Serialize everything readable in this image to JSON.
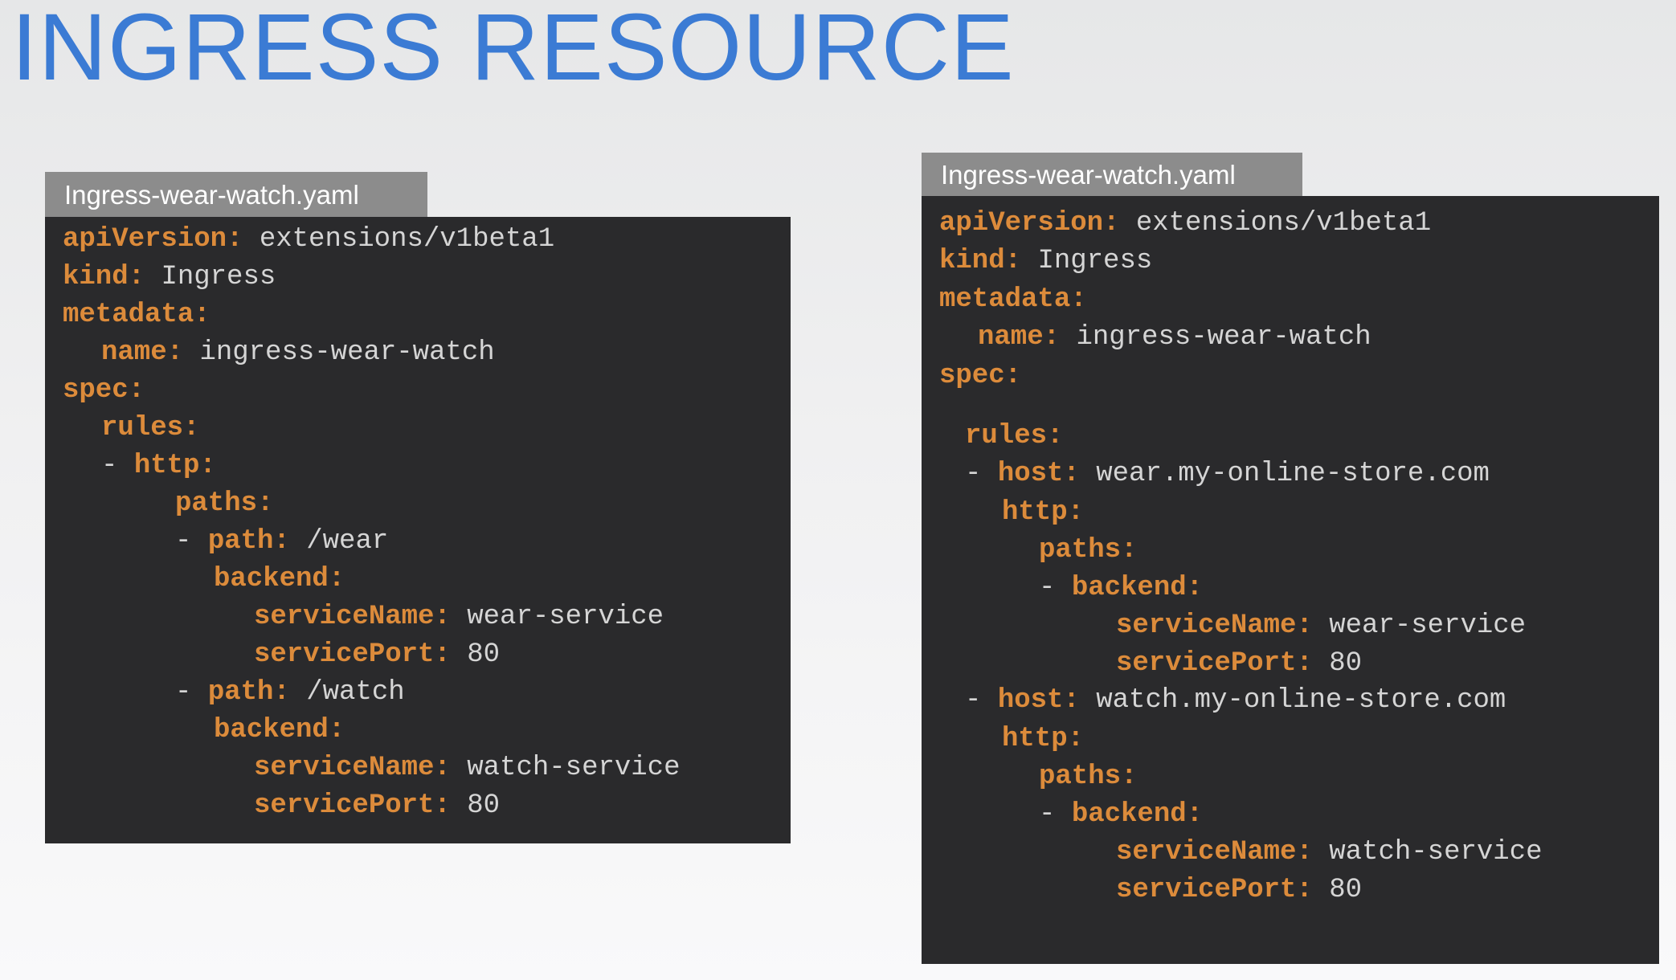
{
  "title": "INGRESS RESOURCE",
  "left_panel": {
    "filename": "Ingress-wear-watch.yaml",
    "lines": [
      {
        "key": "apiVersion:",
        "value": "extensions/v1beta1"
      },
      {
        "key": "kind:",
        "value": "Ingress"
      },
      {
        "key": "metadata:",
        "value": ""
      },
      {
        "key": "name:",
        "value": "ingress-wear-watch"
      },
      {
        "key": "spec:",
        "value": ""
      },
      {
        "key": "rules:",
        "value": ""
      },
      {
        "key": "http:",
        "value": ""
      },
      {
        "key": "paths:",
        "value": ""
      },
      {
        "key": "path:",
        "value": "/wear"
      },
      {
        "key": "backend:",
        "value": ""
      },
      {
        "key": "serviceName:",
        "value": "wear-service"
      },
      {
        "key": "servicePort:",
        "value": "80"
      },
      {
        "key": "path:",
        "value": "/watch"
      },
      {
        "key": "backend:",
        "value": ""
      },
      {
        "key": "serviceName:",
        "value": "watch-service"
      },
      {
        "key": "servicePort:",
        "value": "80"
      }
    ]
  },
  "right_panel": {
    "filename": "Ingress-wear-watch.yaml",
    "lines": [
      {
        "key": "apiVersion:",
        "value": "extensions/v1beta1"
      },
      {
        "key": "kind:",
        "value": "Ingress"
      },
      {
        "key": "metadata:",
        "value": ""
      },
      {
        "key": "name:",
        "value": "ingress-wear-watch"
      },
      {
        "key": "spec:",
        "value": ""
      },
      {
        "key": "rules:",
        "value": ""
      },
      {
        "key": "host:",
        "value": "wear.my-online-store.com"
      },
      {
        "key": "http:",
        "value": ""
      },
      {
        "key": "paths:",
        "value": ""
      },
      {
        "key": "backend:",
        "value": ""
      },
      {
        "key": "serviceName:",
        "value": "wear-service"
      },
      {
        "key": "servicePort:",
        "value": "80"
      },
      {
        "key": "host:",
        "value": "watch.my-online-store.com"
      },
      {
        "key": "http:",
        "value": ""
      },
      {
        "key": "paths:",
        "value": ""
      },
      {
        "key": "backend:",
        "value": ""
      },
      {
        "key": "serviceName:",
        "value": "watch-service"
      },
      {
        "key": "servicePort:",
        "value": "80"
      }
    ]
  },
  "colors": {
    "title": "#3b7bd4",
    "code_background": "#2a2a2c",
    "yaml_key": "#dc8b3b",
    "yaml_value": "#d5d5d5",
    "tab_background": "#8c8c8c"
  }
}
